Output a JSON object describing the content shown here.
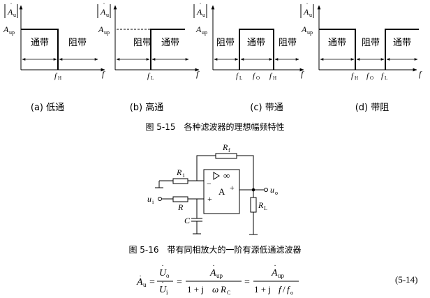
{
  "figure_5_15": {
    "caption": "图 5-15　各种滤波器的理想幅频特性",
    "axis_y_symbol": "A",
    "axis_y_subscript": "u",
    "axis_x_symbol": "f",
    "aup_symbol": "A",
    "aup_subscript": "up",
    "panels": [
      {
        "label": "(a) 低通",
        "bands": [
          "通带",
          "阻带"
        ],
        "ticks": [
          {
            "sym": "f",
            "sub": "H"
          }
        ]
      },
      {
        "label": "(b) 高通",
        "bands": [
          "阻带",
          "通带"
        ],
        "ticks": [
          {
            "sym": "f",
            "sub": "L"
          }
        ]
      },
      {
        "label": "(c) 带通",
        "bands": [
          "阻带",
          "通带",
          "阻带"
        ],
        "ticks": [
          {
            "sym": "f",
            "sub": "L"
          },
          {
            "sym": "f",
            "sub": "O"
          },
          {
            "sym": "f",
            "sub": "H"
          }
        ]
      },
      {
        "label": "(d) 带阻",
        "bands": [
          "通带",
          "阻带",
          "通带"
        ],
        "ticks": [
          {
            "sym": "f",
            "sub": "H"
          },
          {
            "sym": "f",
            "sub": "O"
          },
          {
            "sym": "f",
            "sub": "L"
          }
        ]
      }
    ]
  },
  "figure_5_16": {
    "caption": "图 5-16　带有同相放大的一阶有源低通滤波器",
    "rf": {
      "sym": "R",
      "sub": "f"
    },
    "r1": {
      "sym": "R",
      "sub": "1"
    },
    "r": {
      "sym": "R"
    },
    "c": {
      "sym": "C"
    },
    "rl": {
      "sym": "R",
      "sub": "L"
    },
    "ui": {
      "sym": "u",
      "sub": "i"
    },
    "uo": {
      "sym": "u",
      "sub": "o"
    },
    "opamp_label": "A",
    "opamp_gain": "∞",
    "minus": "−",
    "plus": "+",
    "out_plus": "+"
  },
  "equation_5_14": {
    "lhs": {
      "sym": "A",
      "sub": "u"
    },
    "eq": "=",
    "frac1_num": {
      "sym": "U",
      "sub": "o"
    },
    "frac1_den": {
      "sym": "U",
      "sub": "i"
    },
    "frac2_num": {
      "sym": "A",
      "sub": "up"
    },
    "frac2_den_prefix": "1 + j",
    "frac2_den_omega": "ω",
    "frac2_den_r": {
      "sym": "R",
      "sub": "C"
    },
    "frac3_num": {
      "sym": "A",
      "sub": "up"
    },
    "frac3_den_prefix": "1 + j",
    "frac3_den_f": "f",
    "frac3_den_slash": "/",
    "frac3_den_fo": {
      "sym": "f",
      "sub": "o"
    },
    "number": "(5-14)"
  }
}
